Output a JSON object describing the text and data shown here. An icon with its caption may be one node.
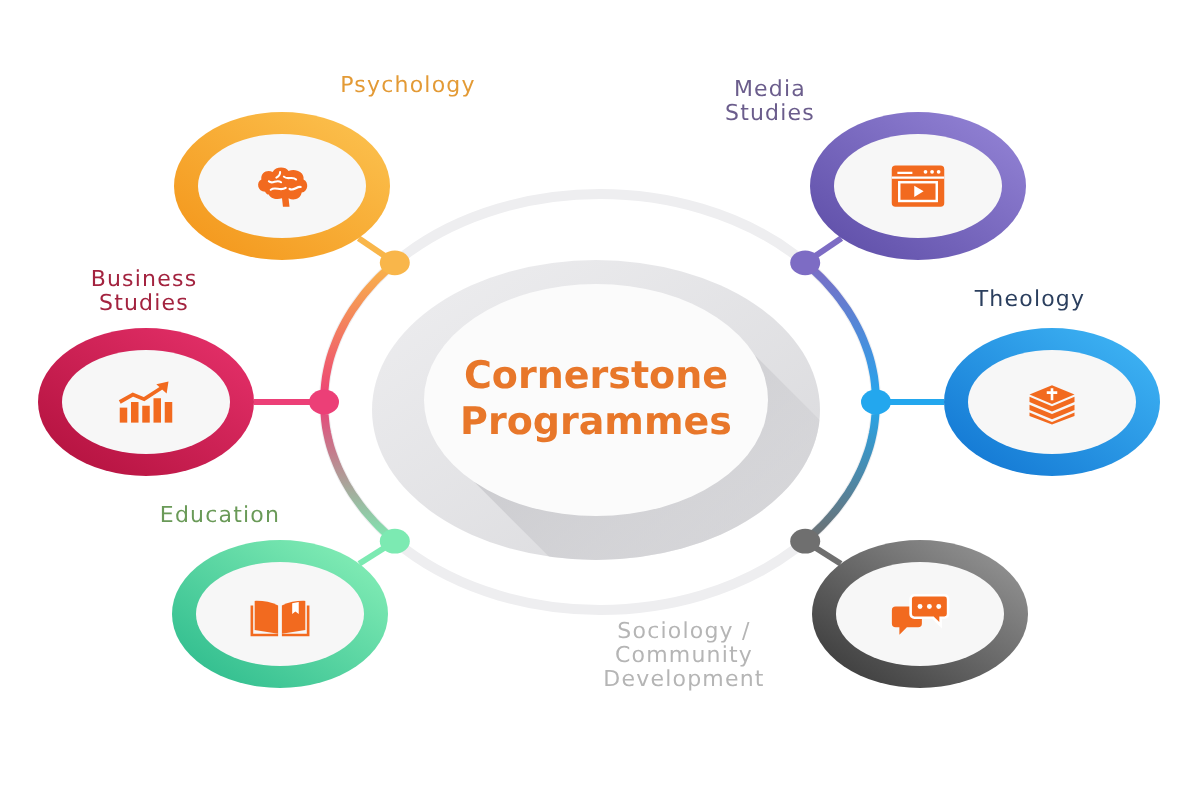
{
  "diagram": {
    "nodes": [
      {
        "text": [
          "Cornerstone Programmes"
        ]
      },
      {
        "text": [
          "Psychology"
        ]
      },
      {
        "text": [
          "Media Studies"
        ]
      },
      {
        "text": [
          "Business Studies"
        ]
      },
      {
        "text": [
          "Theology"
        ]
      },
      {
        "text": [
          "Education"
        ]
      },
      {
        "text": [
          "Sociology / Community Development"
        ]
      }
    ],
    "edges": [
      {
        "from": 0,
        "to": 1,
        "arrow": "other",
        "color": "#f9b64a"
      },
      {
        "from": 0,
        "to": 2,
        "arrow": "other",
        "color": "#7d6cc4"
      },
      {
        "from": 0,
        "to": 3,
        "arrow": "other",
        "color": "#ec3f77"
      },
      {
        "from": 0,
        "to": 4,
        "arrow": "other",
        "color": "#23a7ee"
      },
      {
        "from": 0,
        "to": 5,
        "arrow": "other",
        "color": "#7ceab2"
      },
      {
        "from": 0,
        "to": 6,
        "arrow": "other",
        "color": "#6f6f6f"
      }
    ]
  }
}
